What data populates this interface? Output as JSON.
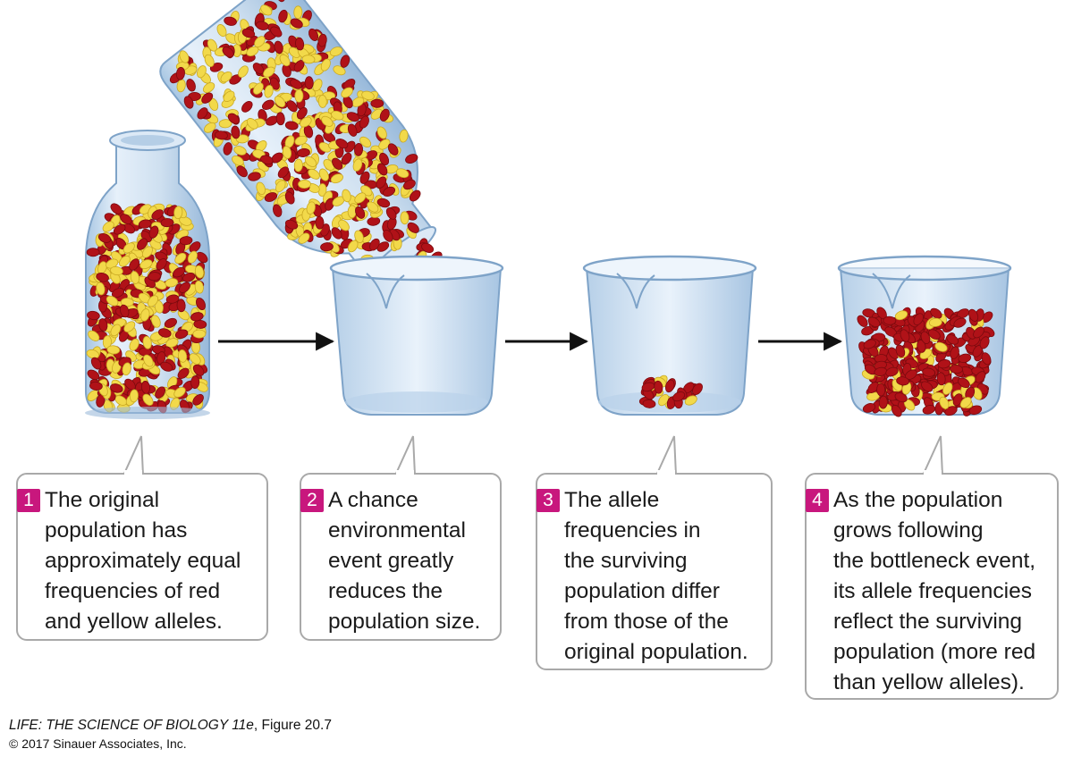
{
  "steps": [
    {
      "number": "1",
      "text": "The original\npopulation has\napproximately equal\nfrequencies of red\nand yellow alleles."
    },
    {
      "number": "2",
      "text": "A chance\nenvironmental\nevent greatly\nreduces the\npopulation size."
    },
    {
      "number": "3",
      "text": "The allele\nfrequencies in\nthe surviving\npopulation differ\nfrom those of the\noriginal population."
    },
    {
      "number": "4",
      "text": "As the population\ngrows following\nthe bottleneck event,\nits allele frequencies\nreflect the surviving\npopulation (more red\nthan yellow alleles)."
    }
  ],
  "credit": {
    "book": "LIFE: THE SCIENCE OF BIOLOGY 11e",
    "figure": ", Figure 20.7",
    "copyright": "© 2017 Sinauer Associates, Inc."
  },
  "colors": {
    "allele_red": "#b01218",
    "allele_yellow": "#f2d94a",
    "glass": "#c6dcef",
    "badge": "#c8177d"
  }
}
